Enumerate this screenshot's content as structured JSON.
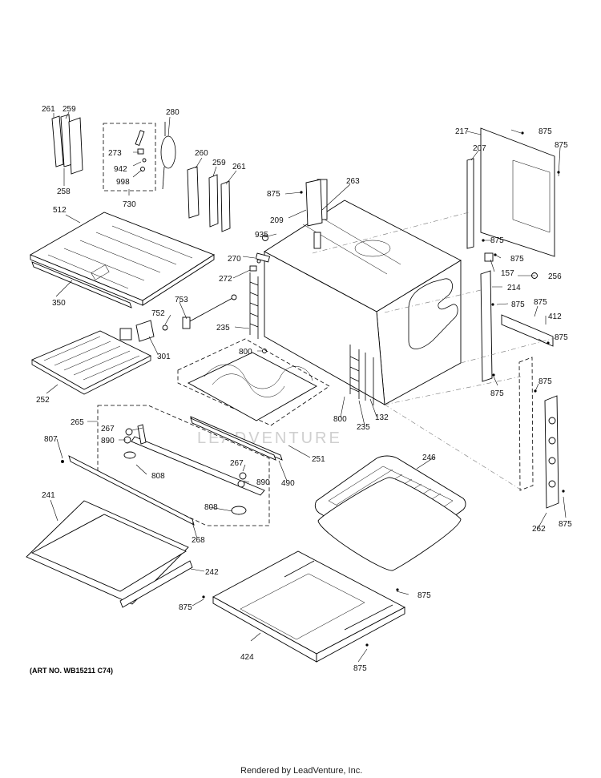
{
  "labels": {
    "l261a": "261",
    "l259a": "259",
    "l258": "258",
    "l280": "280",
    "l273": "273",
    "l942": "942",
    "l998": "998",
    "l730": "730",
    "l260": "260",
    "l259b": "259",
    "l261b": "261",
    "l512": "512",
    "l350": "350",
    "l875_209": "875",
    "l209": "209",
    "l263": "263",
    "l935": "935",
    "l270": "270",
    "l272": "272",
    "l753": "753",
    "l752": "752",
    "l301": "301",
    "l235a": "235",
    "l800a": "800",
    "l252": "252",
    "l217": "217",
    "l875_217": "875",
    "l207": "207",
    "l875_r1": "875",
    "l875_r2": "875",
    "l875_r3": "875",
    "l157": "157",
    "l256": "256",
    "l214": "214",
    "l875_r4": "875",
    "l875_r5": "875",
    "l412": "412",
    "l875_r6": "875",
    "l875_r7": "875",
    "l875_r8": "875",
    "l262": "262",
    "l875_r9": "875",
    "l800b": "800",
    "l235b": "235",
    "l132": "132",
    "l265": "265",
    "l267a": "267",
    "l890a": "890",
    "l807": "807",
    "l808a": "808",
    "l267b": "267",
    "l890b": "890",
    "l490": "490",
    "l251": "251",
    "l808b": "808",
    "l246": "246",
    "l241": "241",
    "l268": "268",
    "l242": "242",
    "l875_b1": "875",
    "l875_b2": "875",
    "l424": "424",
    "l875_b3": "875"
  },
  "art_number": "(ART NO. WB15211 C74)",
  "watermark": "LEADVENTURE",
  "footer": "Rendered by LeadVenture, Inc."
}
